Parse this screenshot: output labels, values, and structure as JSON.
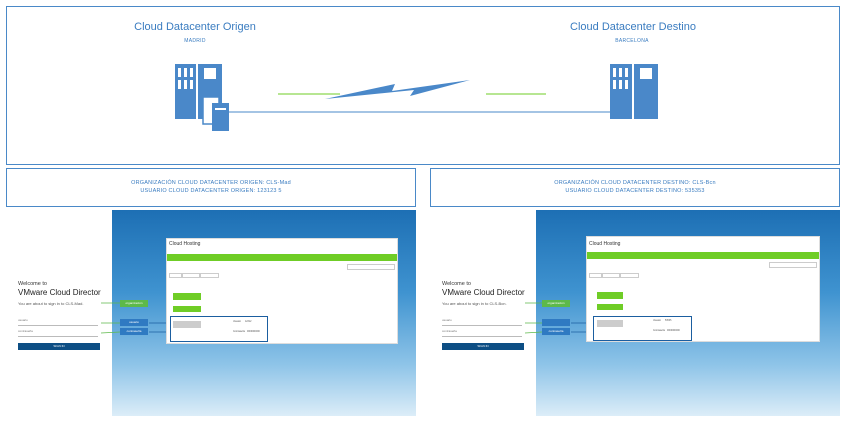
{
  "diagram": {
    "origin": {
      "title": "Cloud Datacenter Origen",
      "city": "MADRID"
    },
    "destination": {
      "title": "Cloud Datacenter Destino",
      "city": "BARCELONA"
    }
  },
  "left_panel": {
    "org_line1": "ORGANIZACIÓN CLOUD DATACENTER ORIGEN: CLS-Mad",
    "org_line2": "USUARIO CLOUD DATACENTER ORIGEN: 123123 5",
    "welcome": "Welcome to",
    "product": "VMware Cloud Director",
    "sign_sub": "You are about to sign in to CLS-Mad.",
    "username_placeholder": "usuario",
    "password_placeholder": "contraseña",
    "signin_label": "SIGN IN",
    "cred_org": "organización",
    "cred_user": "usuario",
    "cred_pass": "contraseña",
    "window_title": "Cloud Hosting",
    "user_label": "Usuario",
    "user_value": "12312",
    "pass_label": "Contraseña",
    "pass_value": "0000000000"
  },
  "right_panel": {
    "org_line1": "ORGANIZACIÓN CLOUD DATACENTER DESTINO: CLS-Bcn",
    "org_line2": "USUARIO CLOUD DATACENTER DESTINO: 535353",
    "welcome": "Welcome to",
    "product": "VMware Cloud Director",
    "sign_sub": "You are about to sign in to CLS-Bcn.",
    "username_placeholder": "usuario",
    "password_placeholder": "contraseña",
    "signin_label": "SIGN IN",
    "cred_org": "organización",
    "cred_pass": "contraseña",
    "window_title": "Cloud Hosting",
    "user_label": "Usuario",
    "user_value": "53535",
    "pass_label": "Contraseña",
    "pass_value": "0000000000"
  },
  "colors": {
    "frame": "#4a89c8",
    "text": "#3a7cc0",
    "green": "#6fcd26",
    "server": "#4a88c9"
  }
}
